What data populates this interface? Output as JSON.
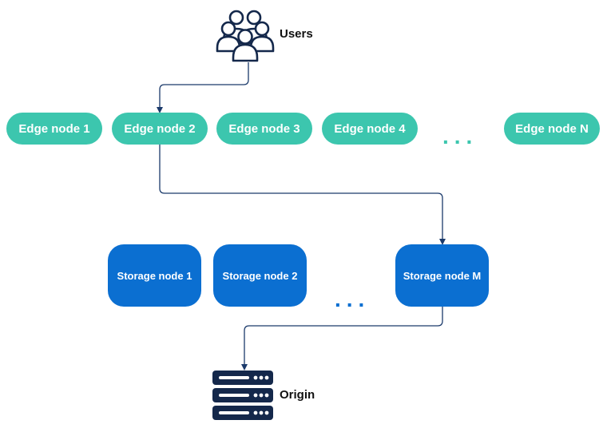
{
  "colors": {
    "edge": "#3cc6ae",
    "storage": "#0b6fd1",
    "connector": "#1b3a6b",
    "icon": "#14284b"
  },
  "users": {
    "label": "Users",
    "icon": "users-group-icon"
  },
  "edge_nodes": [
    {
      "label": "Edge node 1"
    },
    {
      "label": "Edge node 2"
    },
    {
      "label": "Edge node 3"
    },
    {
      "label": "Edge node 4"
    },
    {
      "label": "Edge node N"
    }
  ],
  "edge_ellipsis": "...",
  "storage_nodes": [
    {
      "label": "Storage node 1"
    },
    {
      "label": "Storage node 2"
    },
    {
      "label": "Storage node M"
    }
  ],
  "storage_ellipsis": "...",
  "origin": {
    "label": "Origin",
    "icon": "server-rack-icon"
  }
}
